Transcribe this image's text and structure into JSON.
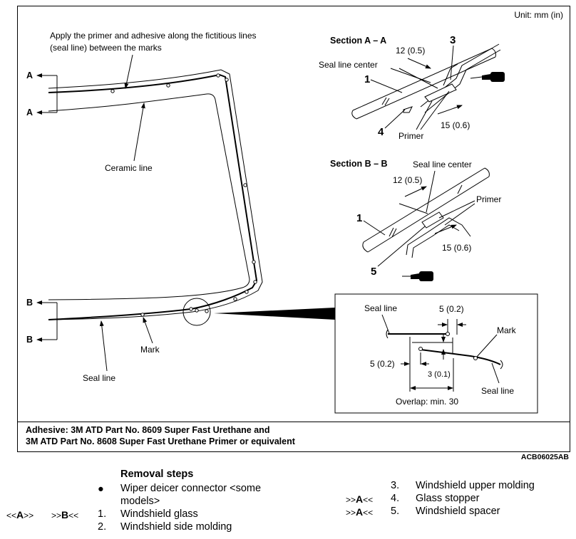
{
  "unit_label": "Unit: mm (in)",
  "main": {
    "instruction_line1": "Apply the primer and adhesive along the fictitious lines",
    "instruction_line2": "(seal line) between the marks",
    "ceramic_label": "Ceramic line",
    "mark_label": "Mark",
    "seal_label": "Seal line",
    "section_a": "A",
    "section_b": "B"
  },
  "section_aa": {
    "title": "Section A – A",
    "dim_12": "12 (0.5)",
    "seal_center": "Seal line center",
    "dim_15": "15 (0.6)",
    "primer": "Primer",
    "num1": "1",
    "num3": "3",
    "num4": "4"
  },
  "section_bb": {
    "title": "Section B – B",
    "seal_center": "Seal line center",
    "dim_12": "12 (0.5)",
    "primer": "Primer",
    "dim_15": "15 (0.6)",
    "num1": "1",
    "num5": "5"
  },
  "detail": {
    "seal_line_top": "Seal line",
    "dim_5_top": "5 (0.2)",
    "mark": "Mark",
    "dim_5_left": "5 (0.2)",
    "dim_3": "3 (0.1)",
    "seal_line_bottom": "Seal line",
    "overlap": "Overlap: min. 30"
  },
  "footer": {
    "line1": "Adhesive: 3M ATD Part No. 8609 Super Fast Urethane and",
    "line2": "3M ATD Part No. 8608 Super Fast Urethane Primer or equivalent"
  },
  "diagram_code": "ACB06025AB",
  "removal": {
    "title": "Removal steps",
    "bullet_item1": "Wiper deicer connector <some",
    "bullet_item2": "models>",
    "step1_refs_a_pre": "<<",
    "step1_refs_a": "A",
    "step1_refs_a_post": ">>",
    "step1_refs_b_pre": ">>",
    "step1_refs_b": "B",
    "step1_refs_b_post": "<<",
    "step1_num": "1.",
    "step1_text": "Windshield glass",
    "step2_num": "2.",
    "step2_text": "Windshield side molding",
    "step3_num": "3.",
    "step3_text": "Windshield upper molding",
    "step4_ref_pre": ">>",
    "step4_ref": "A",
    "step4_ref_post": "<<",
    "step4_num": "4.",
    "step4_text": "Glass stopper",
    "step5_ref_pre": ">>",
    "step5_ref": "A",
    "step5_ref_post": "<<",
    "step5_num": "5.",
    "step5_text": "Windshield spacer"
  }
}
